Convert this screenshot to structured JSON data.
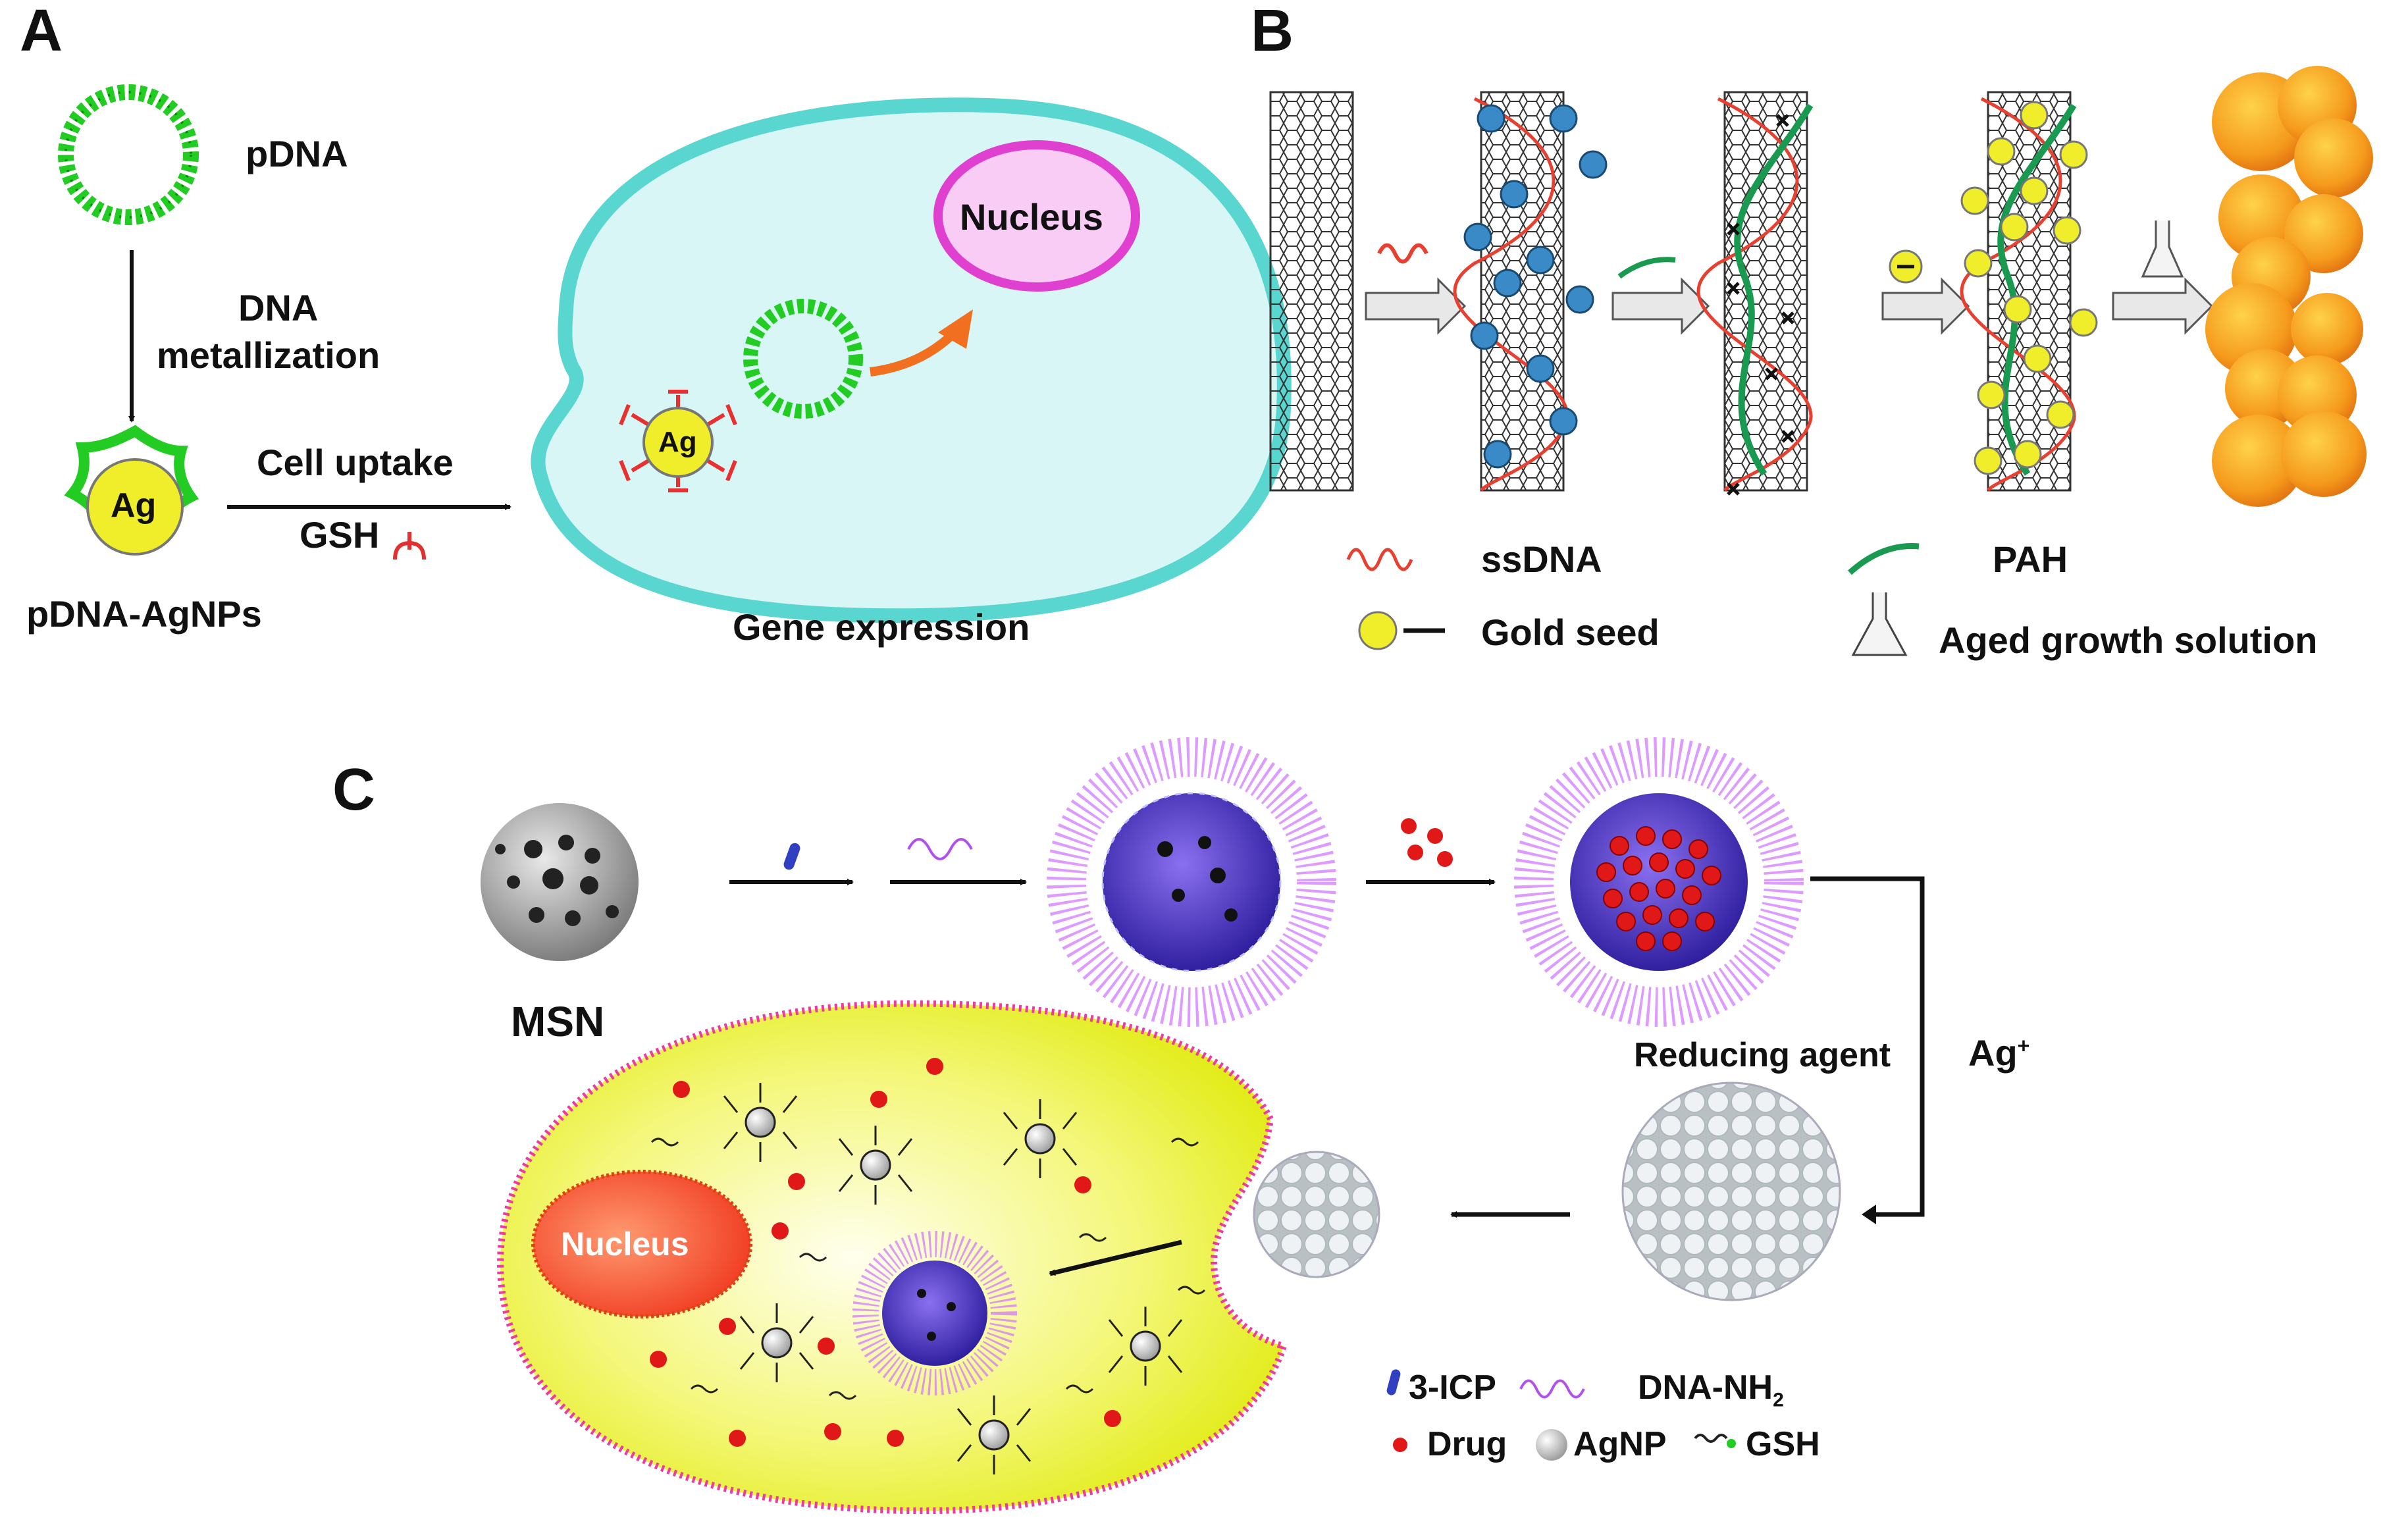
{
  "panelA": {
    "letter": "A",
    "pdna": "pDNA",
    "step1_line1": "DNA",
    "step1_line2": "metallization",
    "ag": "Ag",
    "product": "pDNA-AgNPs",
    "cell_uptake": "Cell uptake",
    "gsh": "GSH",
    "nucleus": "Nucleus",
    "ag_in_cell": "Ag",
    "gene_expression": "Gene expression"
  },
  "panelB": {
    "letter": "B",
    "legend_ssdna": "ssDNA",
    "legend_pah": "PAH",
    "legend_gold_seed": "Gold seed",
    "legend_growth": "Aged growth solution"
  },
  "panelC": {
    "letter": "C",
    "msn": "MSN",
    "reducing_agent": "Reducing agent",
    "ag_ion": "Ag",
    "ag_ion_sup": "+",
    "nucleus": "Nucleus",
    "legend_3icp": "3-ICP",
    "legend_dna": "DNA-NH",
    "legend_dna_sub": "2",
    "legend_drug": "Drug",
    "legend_agnp": "AgNP",
    "legend_gsh": "GSH"
  },
  "colors": {
    "green_dna": "#22cc22",
    "cyan_cell": "#5ad6d0",
    "cell_fill": "#d8f6f6",
    "nucleus_pink": "#e040d0",
    "ag_yellow": "#f0ee2a",
    "arrow_orange": "#f07020",
    "red_dna": "#e84030",
    "pah_green": "#1a9a50",
    "gold_orange": "#f5a020",
    "cell_yellow": "#e8f020",
    "nucleus_red": "#f04830",
    "drug_red": "#e01818",
    "purple": "#b050f0"
  }
}
